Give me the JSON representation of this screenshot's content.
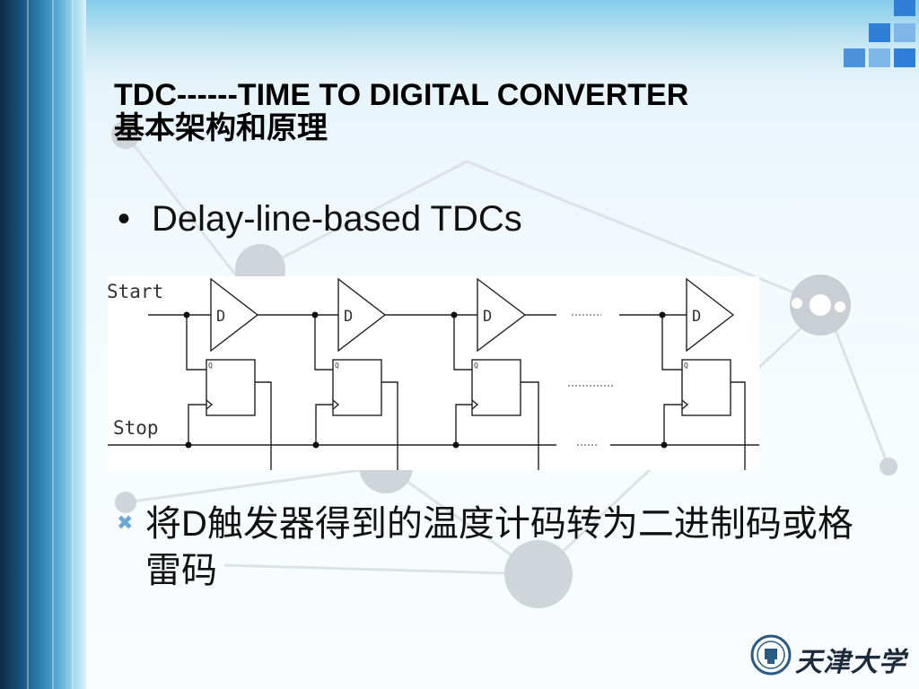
{
  "slide": {
    "title_line1": "TDC------TIME TO DIGITAL CONVERTER",
    "title_line2": "基本架构和原理",
    "bullet1": {
      "marker": "•",
      "text": "Delay-line-based TDCs"
    },
    "bullet2": {
      "marker": "✖",
      "text": "将D触发器得到的温度计码转为二进制码或格雷码"
    }
  },
  "circuit": {
    "start_label": "Start",
    "stop_label": "Stop",
    "delay_label": "D",
    "ff_q_label": "Q",
    "delay_cells": 4
  },
  "logo": {
    "text": "天津大学",
    "icon": "university-seal-icon"
  },
  "colors": {
    "left_bar_dark": "#0b2c47",
    "accent_blue": "#2f7fd6",
    "bullet_marker": "#6aa8d8",
    "deco_gray": "#d0d5d9"
  }
}
